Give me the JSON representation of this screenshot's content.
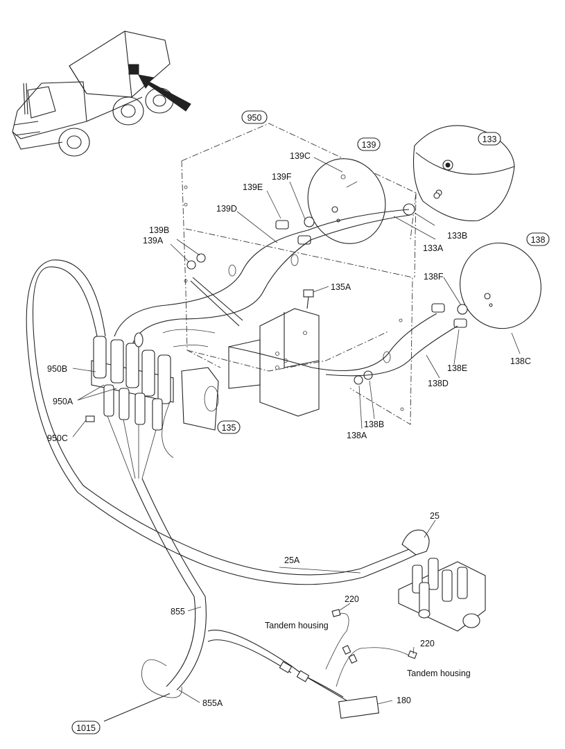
{
  "callouts": {
    "c950": "950",
    "c139": "139",
    "c133": "133",
    "c138": "138",
    "c135": "135",
    "c1015": "1015"
  },
  "labels": {
    "l139C": "139C",
    "l139F": "139F",
    "l139E": "139E",
    "l139D": "139D",
    "l139B": "139B",
    "l139A": "139A",
    "l133B": "133B",
    "l133A": "133A",
    "l135A": "135A",
    "l138F": "138F",
    "l138E": "138E",
    "l138C": "138C",
    "l138D": "138D",
    "l138B": "138B",
    "l138A": "138A",
    "l950B": "950B",
    "l950A": "950A",
    "l950C": "950C",
    "l25": "25",
    "l25A": "25A",
    "l855": "855",
    "l855A": "855A",
    "l220a": "220",
    "l220b": "220",
    "l180": "180",
    "tandem1": "Tandem housing",
    "tandem2": "Tandem housing"
  }
}
